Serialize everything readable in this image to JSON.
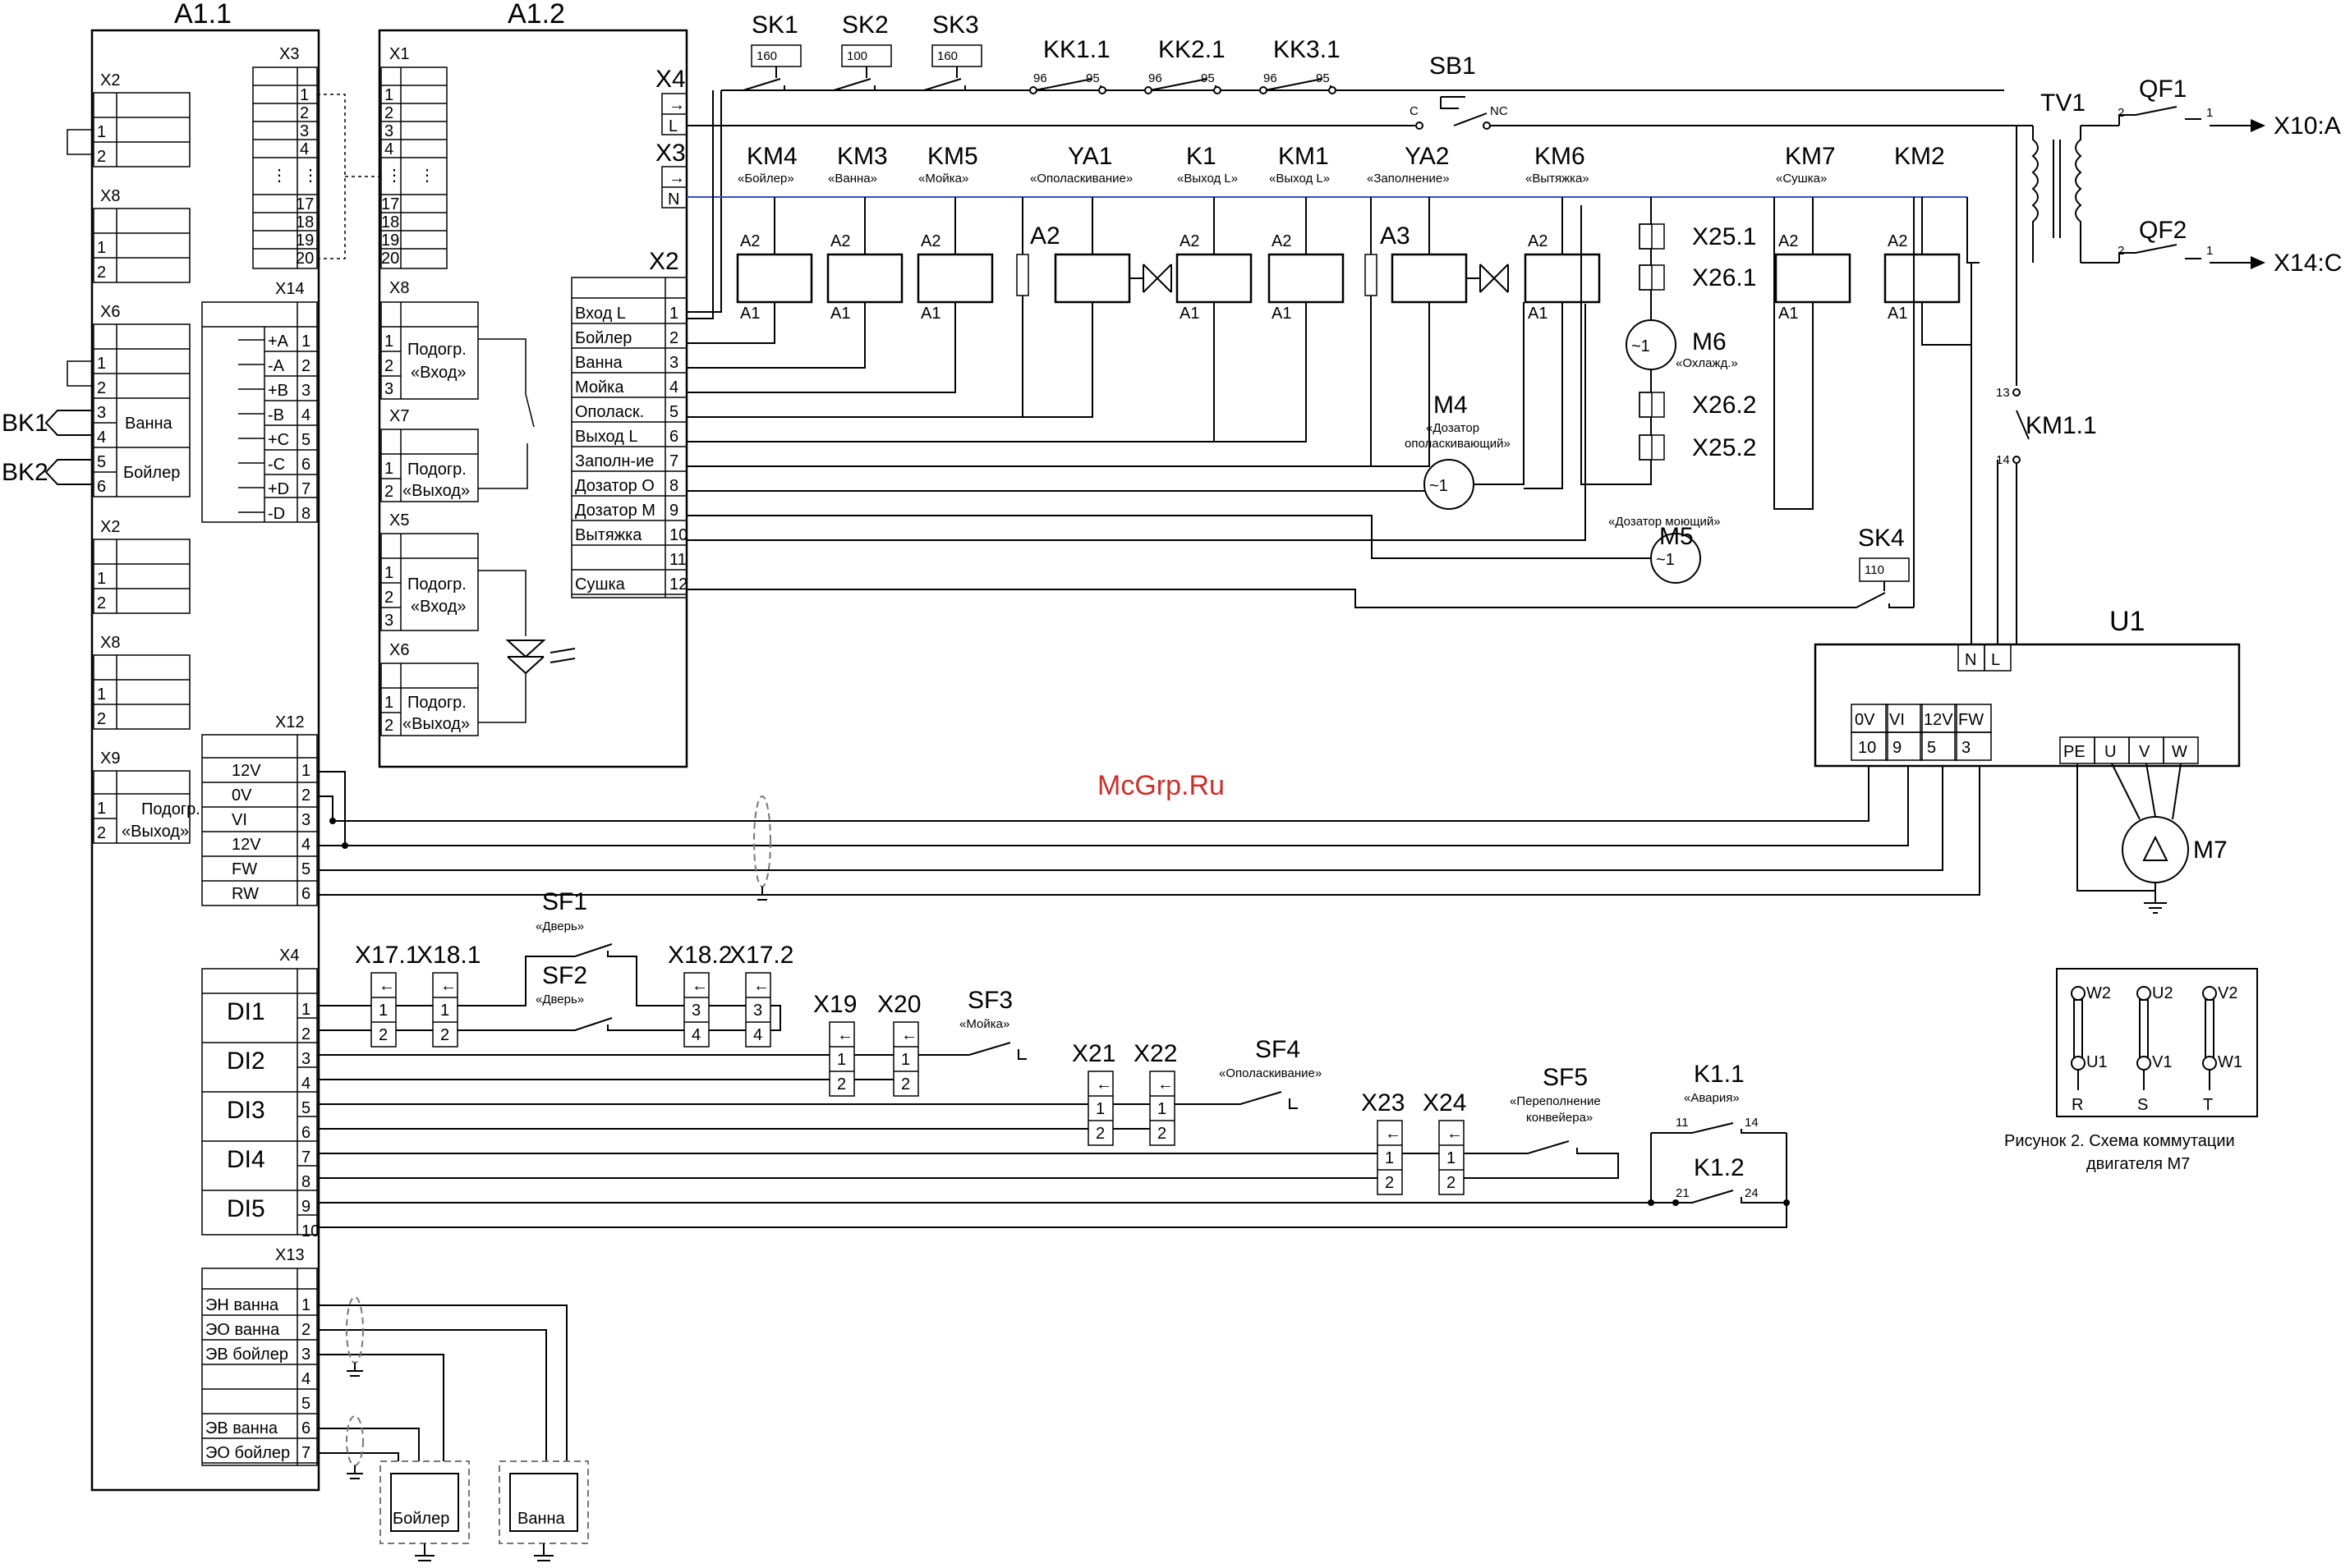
{
  "watermark": "McGrp.Ru",
  "caption": {
    "line1": "Рисунок 2. Схема коммутации",
    "line2": "двигателя М7"
  },
  "blocks": {
    "a11": {
      "title": "A1.1",
      "x2a": "X2",
      "x8a": "X8",
      "x6": "X6",
      "x2b": "X2",
      "x8b": "X8",
      "x9": "X9",
      "x3": "X3",
      "x14": "X14",
      "x12": "X12",
      "x4": "X4",
      "x13": "X13",
      "vanna": "Ванна",
      "boiler": "Бойлер",
      "bk1": "BK1",
      "bk2": "BK2",
      "x9_p1": "Подогр.",
      "x9_p2": "«Выход»",
      "x14_pins": [
        "+A",
        "-A",
        "+B",
        "-B",
        "+C",
        "-C",
        "+D",
        "-D"
      ],
      "x12_pins": [
        "12V",
        "0V",
        "VI",
        "12V",
        "FW",
        "RW"
      ],
      "di": [
        "DI1",
        "DI2",
        "DI3",
        "DI4",
        "DI5"
      ],
      "x13_pins": [
        "ЭН ванна",
        "ЭО ванна",
        "ЭВ бойлер",
        "",
        "",
        "ЭВ ванна",
        "ЭО бойлер"
      ]
    },
    "a12": {
      "title": "A1.2",
      "x1": "X1",
      "x4": "X4",
      "x3": "X3",
      "x2": "X2",
      "x8": "X8",
      "x7": "X7",
      "x5": "X5",
      "x6": "X6",
      "l": "L",
      "n": "N",
      "podogr": "Подогр.",
      "vhod": "«Вход»",
      "vyhod": "«Выход»",
      "x2_pins": [
        "Вход L",
        "Бойлер",
        "Ванна",
        "Мойка",
        "Ополаск.",
        "Выход L",
        "Заполн-ие",
        "Дозатор О",
        "Дозатор М",
        "Вытяжка",
        "",
        "Сушка"
      ]
    }
  },
  "top_elements": {
    "sk1": "SK1",
    "sk2": "SK2",
    "sk3": "SK3",
    "sk1_t": "160",
    "sk2_t": "100",
    "sk3_t": "160",
    "kk11": "KK1.1",
    "kk21": "KK2.1",
    "kk31": "KK3.1",
    "t96": "96",
    "t95": "95",
    "sb1": "SB1",
    "c": "C",
    "nc": "NC",
    "tv1": "TV1",
    "qf1": "QF1",
    "qf2": "QF2",
    "x10a": "X10:A",
    "x14c": "X14:C",
    "t2": "2",
    "t1": "1"
  },
  "coils": {
    "km4": {
      "name": "KM4",
      "desc": "«Бойлер»"
    },
    "km3": {
      "name": "KM3",
      "desc": "«Ванна»"
    },
    "km5": {
      "name": "KM5",
      "desc": "«Мойка»"
    },
    "ya1": {
      "name": "YA1",
      "desc": "«Ополаскивание»"
    },
    "k1": {
      "name": "K1",
      "desc": "«Выход L»"
    },
    "km1": {
      "name": "KM1",
      "desc": "«Выход L»"
    },
    "ya2": {
      "name": "YA2",
      "desc": "«Заполнение»"
    },
    "km6": {
      "name": "KM6",
      "desc": "«Вытяжка»"
    },
    "km7": {
      "name": "KM7",
      "desc": "«Сушка»"
    },
    "km2": {
      "name": "KM2",
      "desc": ""
    },
    "a1": "A1",
    "a2": "A2",
    "a3": "A3",
    "a2b": "A2"
  },
  "motors": {
    "m4": "M4",
    "m4_d1": "«Дозатор",
    "m4_d2": "ополаскивающий»",
    "m5": "M5",
    "m5_d": "«Дозатор моющий»",
    "m6": "M6",
    "m6_d": "«Охлажд.»",
    "m7": "M7",
    "sym": "~1",
    "x251": "X25.1",
    "x261": "X26.1",
    "x262": "X26.2",
    "x252": "X25.2"
  },
  "km11": {
    "name": "KM1.1",
    "t13": "13",
    "t14": "14"
  },
  "sk4": {
    "name": "SK4",
    "t": "110"
  },
  "u1": {
    "name": "U1",
    "n": "N",
    "l": "L",
    "pins": [
      "0V",
      "VI",
      "12V",
      "FW"
    ],
    "nums": [
      "10",
      "9",
      "5",
      "3"
    ],
    "pe": "PE",
    "u": "U",
    "v": "V",
    "w": "W"
  },
  "inputs": {
    "x171": "X17.1",
    "x181": "X18.1",
    "x182": "X18.2",
    "x172": "X17.2",
    "x19": "X19",
    "x20": "X20",
    "x21": "X21",
    "x22": "X22",
    "x23": "X23",
    "x24": "X24",
    "sf1": "SF1",
    "sf1_d": "«Дверь»",
    "sf2": "SF2",
    "sf2_d": "«Дверь»",
    "sf3": "SF3",
    "sf3_d": "«Мойка»",
    "sf4": "SF4",
    "sf4_d": "«Ополаскивание»",
    "sf5": "SF5",
    "sf5_d1": "«Переполнение",
    "sf5_d2": "конвейера»",
    "k11": "K1.1",
    "k11_d": "«Авария»",
    "k12": "K1.2",
    "t11": "11",
    "t14": "14",
    "t21": "21",
    "t24": "24"
  },
  "heaters": {
    "boiler": "Бойлер",
    "vanna": "Ванна"
  },
  "motor_conn": {
    "w2": "W2",
    "u2": "U2",
    "v2": "V2",
    "u1": "U1",
    "v1": "V1",
    "w1": "W1",
    "r": "R",
    "s": "S",
    "t": "T"
  }
}
